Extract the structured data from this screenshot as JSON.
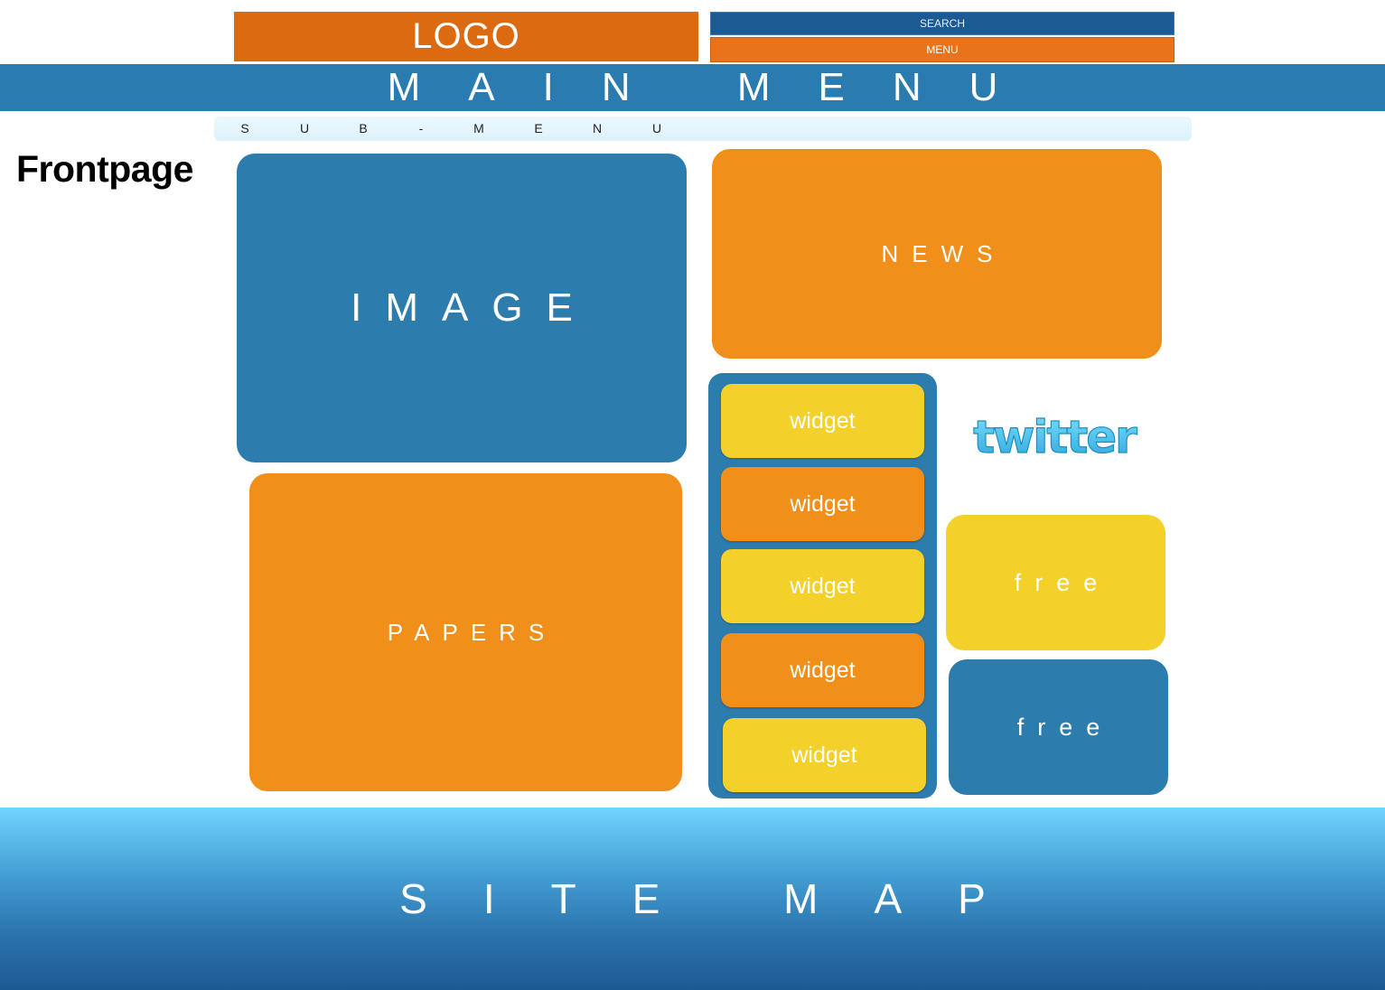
{
  "header": {
    "logo": "LOGO",
    "search": "SEARCH",
    "menu": "MENU"
  },
  "main_menu": {
    "label": "MAIN MENU"
  },
  "sub_menu": {
    "letters": [
      "S",
      "U",
      "B",
      "-",
      "M",
      "E",
      "N",
      "U"
    ]
  },
  "page_title": "Frontpage",
  "tiles": {
    "image": "IMAGE",
    "news": "NEWS",
    "papers": "PAPERS",
    "free_1": "free",
    "free_2": "free"
  },
  "widgets": [
    "widget",
    "widget",
    "widget",
    "widget",
    "widget"
  ],
  "twitter": {
    "logo_text": "twitter"
  },
  "footer": {
    "site_map": "SITE MAP"
  },
  "colors": {
    "blue": "#2d7cae",
    "orange": "#f18f1b",
    "dark_orange": "#dc6a11",
    "yellow": "#f3d12a",
    "navy": "#1b5a93",
    "sky": "#72d3fe"
  }
}
